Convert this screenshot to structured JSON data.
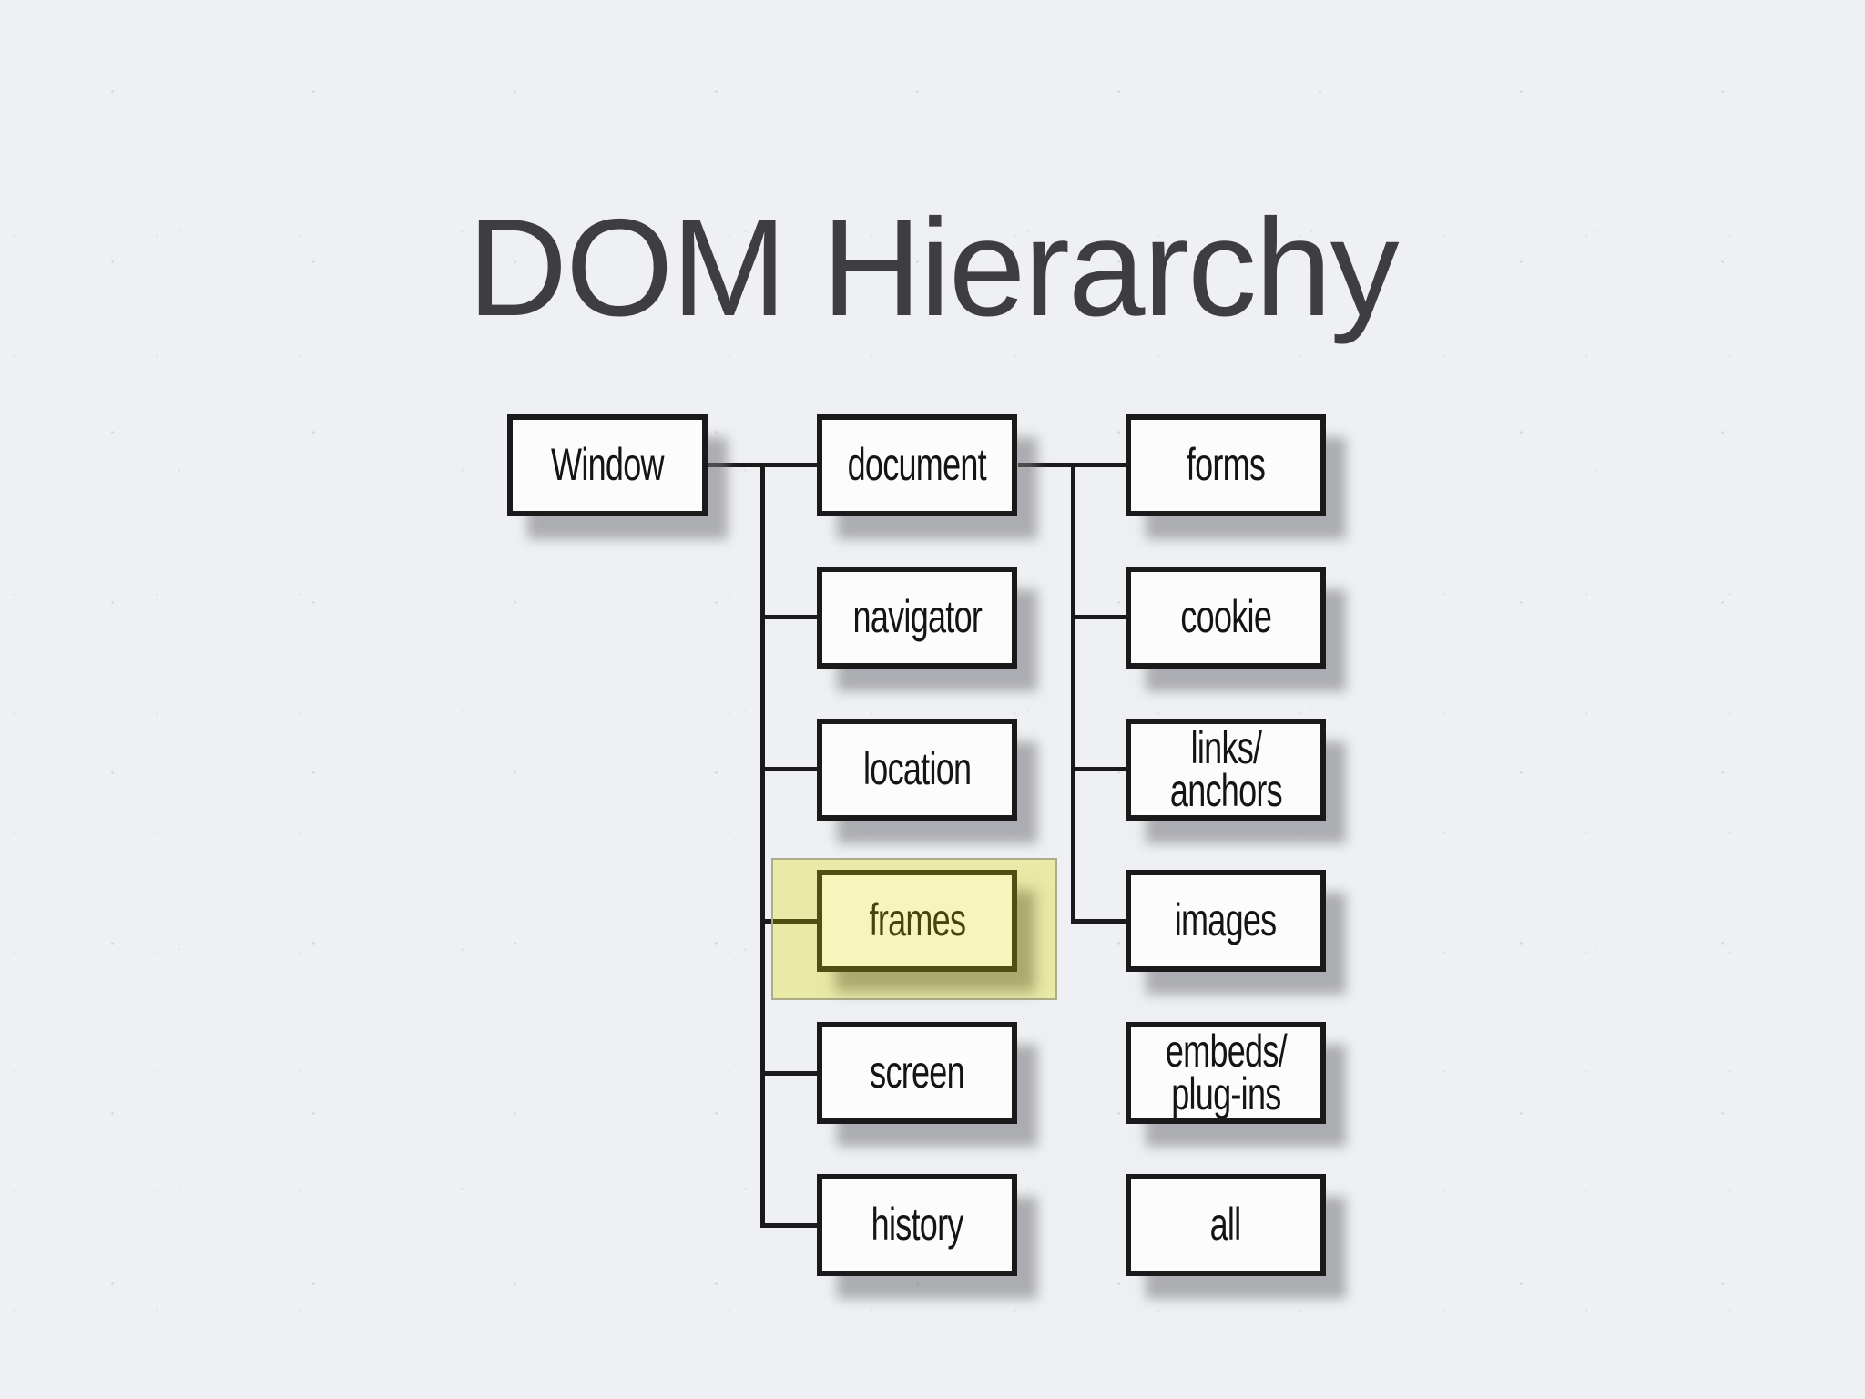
{
  "slide": {
    "title": "DOM Hierarchy"
  },
  "colors": {
    "background": "#eef0f3",
    "title_text": "#3e3e42",
    "box_fill": "#fcfcfc",
    "box_border": "#1a1a1a",
    "box_text": "#141414",
    "connector": "#1a1a1a",
    "shadow_gray": "#76767c",
    "highlight_pane_fill": "#e9e9a2",
    "highlight_box_fill": "#f7f5bc",
    "highlight_box_border": "#4f4f14",
    "highlight_text": "#45450f"
  },
  "nodes": {
    "window": {
      "label": "Window"
    },
    "window_children": [
      {
        "label": "document",
        "connected": true,
        "highlighted": false
      },
      {
        "label": "navigator",
        "connected": true,
        "highlighted": false
      },
      {
        "label": "location",
        "connected": true,
        "highlighted": false
      },
      {
        "label": "frames",
        "connected": true,
        "highlighted": true
      },
      {
        "label": "screen",
        "connected": true,
        "highlighted": false
      },
      {
        "label": "history",
        "connected": true,
        "highlighted": false
      }
    ],
    "document_children": [
      {
        "label": "forms",
        "connected": true,
        "highlighted": false
      },
      {
        "label": "cookie",
        "connected": true,
        "highlighted": false
      },
      {
        "label": "links/\nanchors",
        "connected": true,
        "highlighted": false
      },
      {
        "label": "images",
        "connected": true,
        "highlighted": false
      },
      {
        "label": "embeds/\nplug-ins",
        "connected": false,
        "highlighted": false
      },
      {
        "label": "all",
        "connected": false,
        "highlighted": false
      }
    ]
  }
}
